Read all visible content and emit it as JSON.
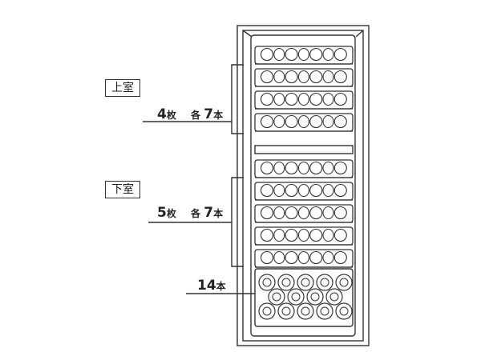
{
  "upper": {
    "title": "上室",
    "count": "4",
    "count_unit": "枚",
    "each_label": "各",
    "per_shelf": "7",
    "per_unit": "本",
    "shelves": 4,
    "bottles_per_shelf": 7
  },
  "lower": {
    "title": "下室",
    "count": "5",
    "count_unit": "枚",
    "each_label": "各",
    "per_shelf": "7",
    "per_unit": "本",
    "shelves": 5,
    "bottles_per_shelf": 7
  },
  "bottom": {
    "count": "14",
    "unit": "本",
    "rows": [
      5,
      4,
      5
    ]
  },
  "colors": {
    "line": "#333333",
    "fill": "#ffffff"
  }
}
